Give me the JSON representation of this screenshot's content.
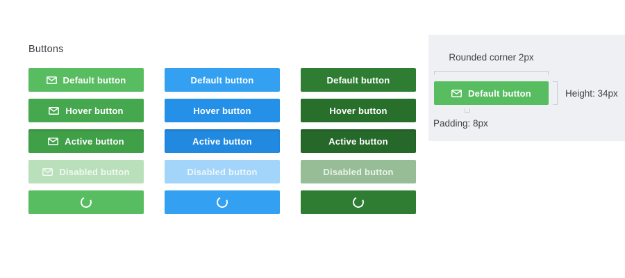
{
  "page": {
    "heading": "Buttons"
  },
  "button_grid": {
    "columns": [
      {
        "name": "green",
        "has_icon": true,
        "buttons": [
          {
            "state": "default",
            "label": "Default button",
            "color": "#58bc60",
            "icon": "envelope-icon"
          },
          {
            "state": "hover",
            "label": "Hover button",
            "color": "#45a74e",
            "icon": "envelope-icon"
          },
          {
            "state": "active",
            "label": "Active button",
            "color": "#3fa048",
            "icon": "envelope-icon"
          },
          {
            "state": "disabled",
            "label": "Disabled button",
            "color": "#b9e0bb",
            "icon": "envelope-icon"
          },
          {
            "state": "loading",
            "label": "",
            "color": "#58bc60",
            "icon": "spinner-icon"
          }
        ]
      },
      {
        "name": "blue",
        "has_icon": false,
        "buttons": [
          {
            "state": "default",
            "label": "Default button",
            "color": "#33a0f2"
          },
          {
            "state": "hover",
            "label": "Hover button",
            "color": "#2590e8"
          },
          {
            "state": "active",
            "label": "Active button",
            "color": "#2189e0"
          },
          {
            "state": "disabled",
            "label": "Disabled button",
            "color": "#a3d4f9"
          },
          {
            "state": "loading",
            "label": "",
            "color": "#33a0f2",
            "icon": "spinner-icon"
          }
        ]
      },
      {
        "name": "dark-green",
        "has_icon": false,
        "buttons": [
          {
            "state": "default",
            "label": "Default button",
            "color": "#2e7d33"
          },
          {
            "state": "hover",
            "label": "Hover button",
            "color": "#286f2c"
          },
          {
            "state": "active",
            "label": "Active button",
            "color": "#256829"
          },
          {
            "state": "disabled",
            "label": "Disabled button",
            "color": "#96bd96"
          },
          {
            "state": "loading",
            "label": "",
            "color": "#2e7d33",
            "icon": "spinner-icon"
          }
        ]
      }
    ]
  },
  "spec_panel": {
    "background": "#eef0f4",
    "bracket_color": "#c7ced9",
    "rounded_corner_label": "Rounded corner 2px",
    "example_button": {
      "label": "Default button",
      "color": "#58bc60",
      "icon": "envelope-icon"
    },
    "height_label": "Height: 34px",
    "padding_label": "Padding: 8px"
  }
}
